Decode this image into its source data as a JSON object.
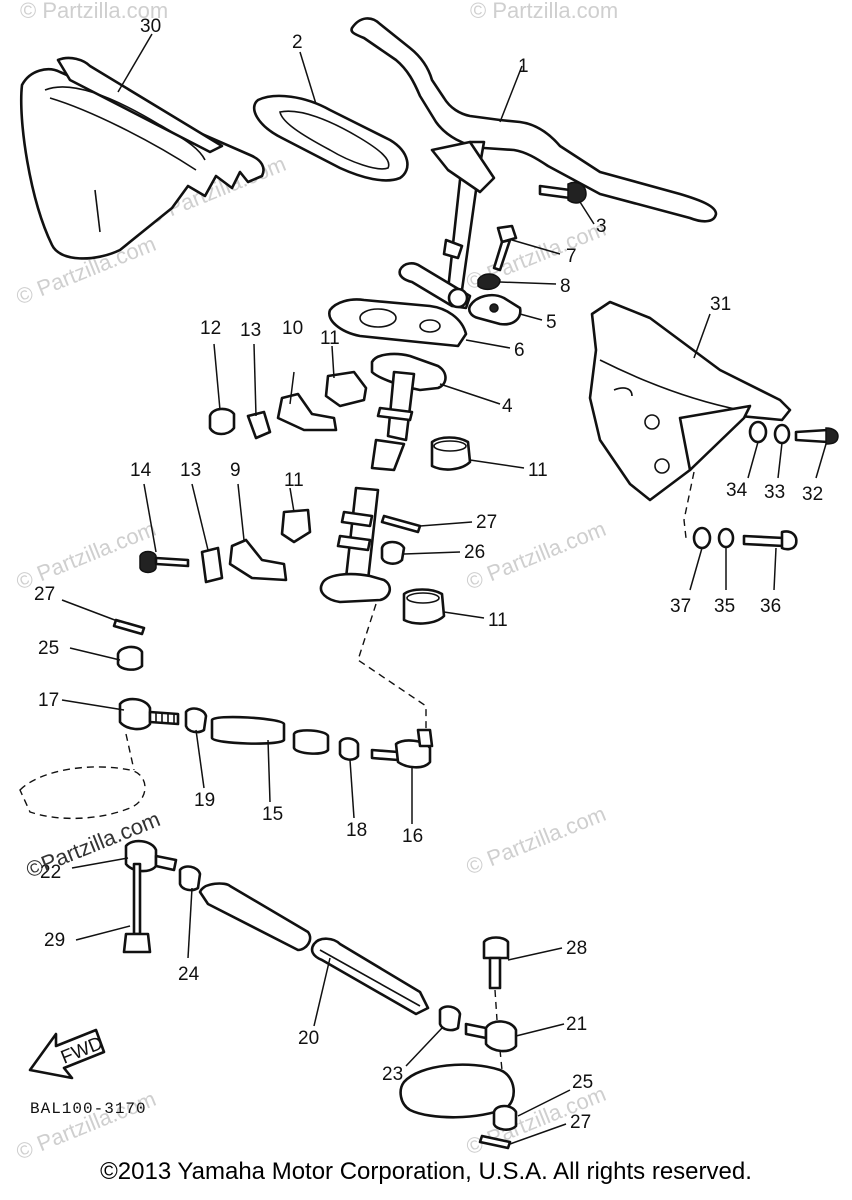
{
  "watermark": "© Partzilla.com",
  "watermark_highlight": "©Partzilla.com",
  "diagram_code": "BAL100-3170",
  "fwd_label": "FWD",
  "copyright": "©2013 Yamaha Motor Corporation, U.S.A. All rights reserved.",
  "callouts": {
    "p1": "1",
    "p2": "2",
    "p3": "3",
    "p4": "4",
    "p5": "5",
    "p6": "6",
    "p7": "7",
    "p8": "8",
    "p9": "9",
    "p10": "10",
    "p11a": "11",
    "p11b": "11",
    "p11c": "11",
    "p11d": "11",
    "p12": "12",
    "p13a": "13",
    "p13b": "13",
    "p14": "14",
    "p15": "15",
    "p16": "16",
    "p17": "17",
    "p18": "18",
    "p19": "19",
    "p20": "20",
    "p21": "21",
    "p22": "22",
    "p23": "23",
    "p24": "24",
    "p25a": "25",
    "p25b": "25",
    "p26": "26",
    "p27a": "27",
    "p27b": "27",
    "p27c": "27",
    "p28": "28",
    "p29": "29",
    "p30": "30",
    "p31": "31",
    "p32": "32",
    "p33": "33",
    "p34": "34",
    "p35": "35",
    "p36": "36",
    "p37": "37"
  }
}
